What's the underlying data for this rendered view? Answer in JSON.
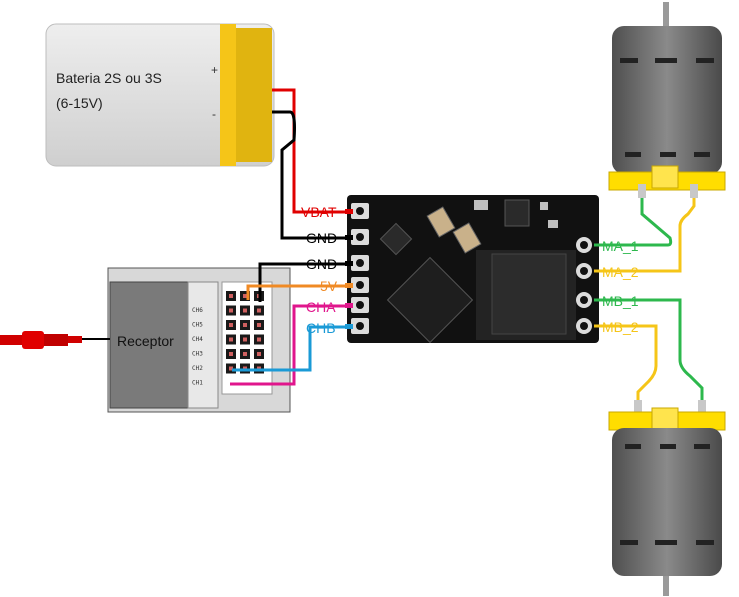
{
  "battery": {
    "label_line1": "Bateria 2S ou 3S",
    "label_line2": "(6-15V)",
    "plus_symbol": "+",
    "minus_symbol": "-"
  },
  "receiver": {
    "label": "Receptor",
    "channels": [
      "CH6",
      "CH5",
      "CH4",
      "CH3",
      "CH2",
      "CH1"
    ]
  },
  "board_pins": {
    "left": [
      {
        "label": "VBAT",
        "color": "#e00000"
      },
      {
        "label": "GND",
        "color": "#000000"
      },
      {
        "label": "GND",
        "color": "#000000"
      },
      {
        "label": "5V",
        "color": "#f08a24"
      },
      {
        "label": "CHA",
        "color": "#e0168c"
      },
      {
        "label": "CHB",
        "color": "#1a9ad6"
      }
    ],
    "right": [
      {
        "label": "MA_1",
        "color": "#2db84d"
      },
      {
        "label": "MA_2",
        "color": "#f5c518"
      },
      {
        "label": "MB_1",
        "color": "#2db84d"
      },
      {
        "label": "MB_2",
        "color": "#f5c518"
      }
    ]
  },
  "colors": {
    "battery_body": "#d9d9d9",
    "battery_stripe": "#f5c518",
    "board": "#111111",
    "motor_body": "#6e6e6e",
    "motor_cap": "#ffdd00",
    "receiver_body": "#7a7a7a"
  }
}
